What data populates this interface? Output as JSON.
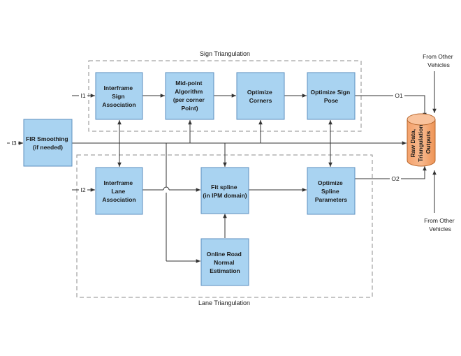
{
  "groups": {
    "sign": "Sign Triangulation",
    "lane": "Lane Triangulation"
  },
  "boxes": {
    "fir": [
      "FIR Smoothing",
      "(if needed)"
    ],
    "interframe_sign": [
      "Interframe",
      "Sign",
      "Association"
    ],
    "midpoint": [
      "Mid-point",
      "Algorithm",
      "(per corner",
      "Point)"
    ],
    "optimize_corners": [
      "Optimize",
      "Corners"
    ],
    "optimize_sign_pose": [
      "Optimize Sign",
      "Pose"
    ],
    "interframe_lane": [
      "Interframe",
      "Lane",
      "Association"
    ],
    "fit_spline": [
      "Fit spline",
      "(in IPM domain)"
    ],
    "optimize_spline": [
      "Optimize",
      "Spline",
      "Parameters"
    ],
    "online_road": [
      "Online Road",
      "Normal",
      "Estimation"
    ]
  },
  "database": [
    "Raw Data,",
    "Triangulation",
    "Outputs"
  ],
  "ports": {
    "i1": "I1",
    "i2": "I2",
    "i3": "I3",
    "o1": "O1",
    "o2": "O2"
  },
  "external": {
    "top": [
      "From Other",
      "Vehicles"
    ],
    "bottom": [
      "From Other",
      "Vehicles"
    ]
  }
}
